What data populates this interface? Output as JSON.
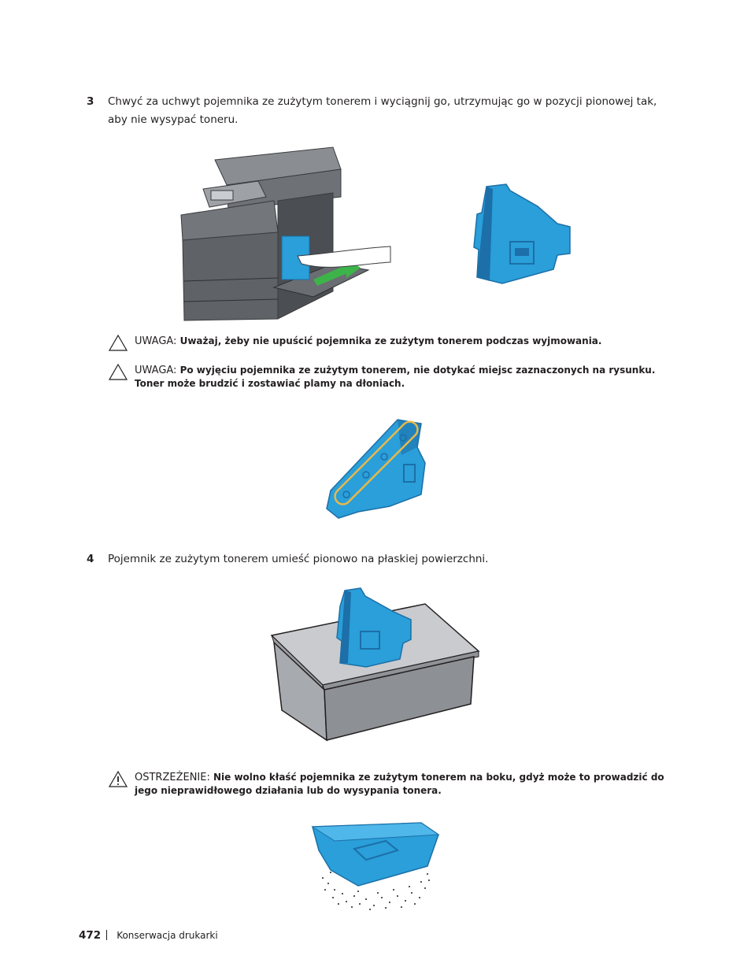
{
  "steps": [
    {
      "number": "3",
      "text": "Chwyć za uchwyt pojemnika ze zużytym tonerem i wyciągnij go, utrzymując go w pozycji pionowej tak, aby nie wysypać toneru."
    },
    {
      "number": "4",
      "text": "Pojemnik ze zużytym tonerem umieść pionowo na płaskiej powierzchni."
    }
  ],
  "notes": [
    {
      "label": "UWAGA:",
      "text": "Uważaj, żeby nie upuścić pojemnika ze zużytym tonerem podczas wyjmowania.",
      "icon": "caution-triangle-icon"
    },
    {
      "label": "UWAGA:",
      "text": "Po wyjęciu pojemnika ze zużytym tonerem, nie dotykać miejsc zaznaczonych na rysunku. Toner może brudzić i zostawiać plamy na dłoniach.",
      "icon": "caution-triangle-icon"
    },
    {
      "label": "OSTRZEŻENIE:",
      "text": "Nie wolno kłaść pojemnika ze zużytym tonerem na boku, gdyż może to prowadzić do jego nieprawidłowego działania lub do wysypania tonera.",
      "icon": "warning-triangle-icon"
    }
  ],
  "footer": {
    "page_number": "472",
    "section": "Konserwacja drukarki"
  },
  "colors": {
    "toner_blue": "#2a9fd9",
    "toner_dark": "#1c6fa8",
    "printer_gray": "#5f6266",
    "arrow_green": "#3cb44a",
    "highlight": "#e8b84a"
  }
}
